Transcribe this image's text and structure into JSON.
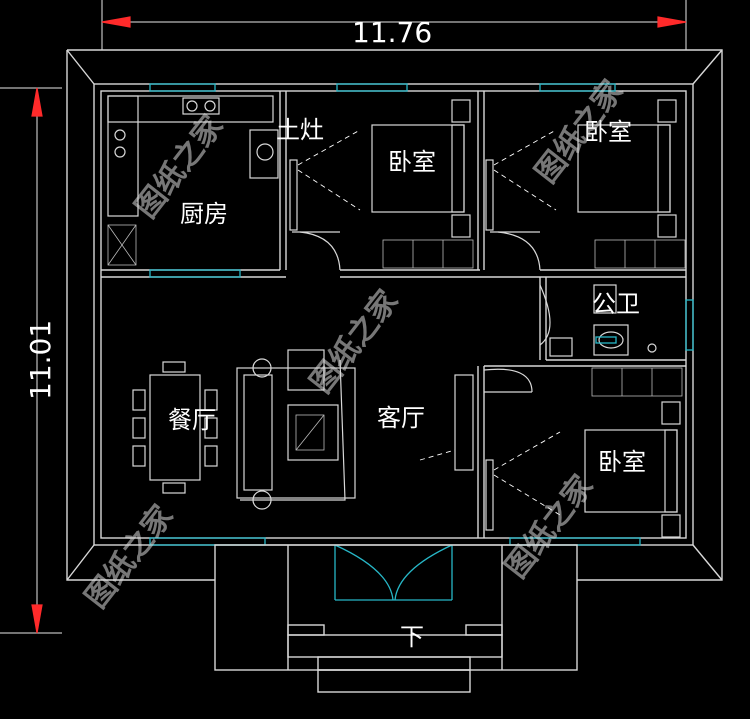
{
  "dimensions": {
    "width": "11.76",
    "height": "11.01"
  },
  "rooms": {
    "kitchen": "厨房",
    "stove": "土灶",
    "bedroom_1": "卧室",
    "bedroom_2": "卧室",
    "bedroom_3": "卧室",
    "bathroom": "公卫",
    "dining": "餐厅",
    "living": "客厅",
    "stairs_down": "下"
  },
  "watermark": "图纸之家",
  "colors": {
    "background": "#000000",
    "wall": "#d8d8d8",
    "window": "#27b7c7",
    "dimension_arrow": "#ff2a2a"
  }
}
